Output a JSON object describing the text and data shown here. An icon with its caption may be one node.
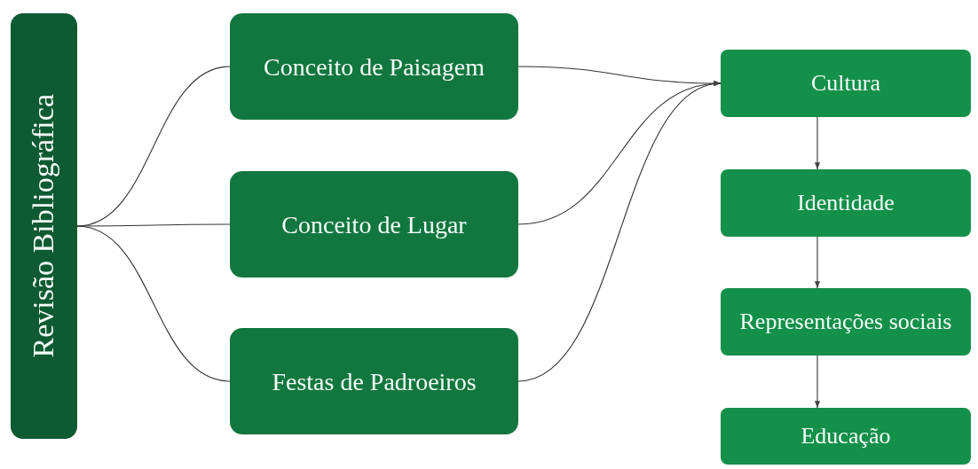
{
  "diagram": {
    "nodes": [
      {
        "text": [
          "Revisão Bibliográfica"
        ]
      },
      {
        "text": [
          "Conceito de Paisagem"
        ]
      },
      {
        "text": [
          "Conceito de Lugar"
        ]
      },
      {
        "text": [
          "Festas de Padroeiros"
        ]
      },
      {
        "text": [
          "Cultura"
        ]
      },
      {
        "text": [
          "Identidade"
        ]
      },
      {
        "text": [
          "Representações sociais"
        ]
      },
      {
        "text": [
          "Educação"
        ]
      }
    ],
    "edges": [
      {
        "from": 0,
        "to": 1,
        "arrow": "none"
      },
      {
        "from": 0,
        "to": 2,
        "arrow": "none"
      },
      {
        "from": 0,
        "to": 3,
        "arrow": "none"
      },
      {
        "from": 1,
        "to": 4,
        "arrow": "to"
      },
      {
        "from": 2,
        "to": 4,
        "arrow": "to"
      },
      {
        "from": 3,
        "to": 4,
        "arrow": "to"
      },
      {
        "from": 4,
        "to": 5,
        "arrow": "to"
      },
      {
        "from": 5,
        "to": 6,
        "arrow": "to"
      },
      {
        "from": 6,
        "to": 7,
        "arrow": "to"
      }
    ]
  }
}
